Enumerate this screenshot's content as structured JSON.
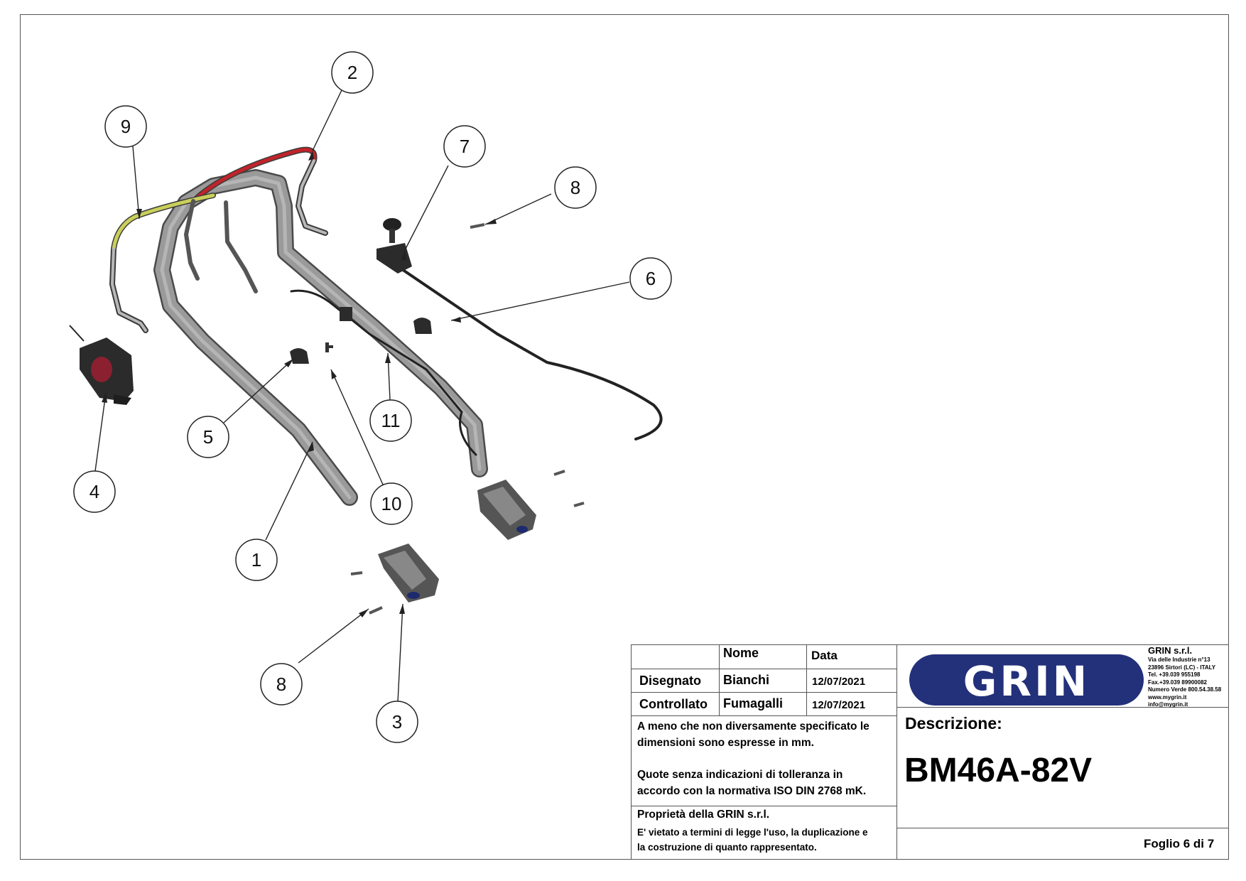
{
  "diagram": {
    "callouts": [
      {
        "id": "callout-1",
        "label": "1"
      },
      {
        "id": "callout-2",
        "label": "2"
      },
      {
        "id": "callout-3",
        "label": "3"
      },
      {
        "id": "callout-4",
        "label": "4"
      },
      {
        "id": "callout-5",
        "label": "5"
      },
      {
        "id": "callout-6",
        "label": "6"
      },
      {
        "id": "callout-7",
        "label": "7"
      },
      {
        "id": "callout-8a",
        "label": "8"
      },
      {
        "id": "callout-8b",
        "label": "8"
      },
      {
        "id": "callout-9",
        "label": "9"
      },
      {
        "id": "callout-10",
        "label": "10"
      },
      {
        "id": "callout-11",
        "label": "11"
      }
    ],
    "colors": {
      "frame": "#8c8c8c",
      "frame_outline": "#4a4a4a",
      "red_bar": "#c0242a",
      "yellow_bar": "#c9cf5a",
      "cable": "#222222",
      "part_dark": "#2b2b2b",
      "part_red": "#8a2030"
    }
  },
  "title_block": {
    "header_nome": "Nome",
    "header_data": "Data",
    "row1_label": "Disegnato",
    "row1_name": "Bianchi",
    "row1_date": "12/07/2021",
    "row2_label": "Controllato",
    "row2_name": "Fumagalli",
    "row2_date": "12/07/2021",
    "note1_line1": "A meno che non diversamente specificato le",
    "note1_line2": "dimensioni sono espresse in mm.",
    "note2_line1": "Quote senza indicazioni di tolleranza in",
    "note2_line2": "accordo con la normativa ISO DIN 2768 mK.",
    "property_title": "Proprietà della GRIN s.r.l.",
    "property_line1": "E' vietato a termini di legge l'uso, la duplicazione e",
    "property_line2": "la costruzione di quanto rappresentato.",
    "logo_text": "GRIN",
    "company": {
      "name": "GRIN s.r.l.",
      "line1": "Via delle Industrie n°13",
      "line2": "23896 Sirtori (LC) - ITALY",
      "line3": "Tel. +39.039 955198",
      "line4": "Fax.+39.039 89900082",
      "line5": "Numero Verde 800.54.38.58",
      "line6": "www.mygrin.it",
      "line7": "info@mygrin.it"
    },
    "descrizione_label": "Descrizione:",
    "model": "BM46A-82V",
    "sheet": "Foglio 6 di 7"
  }
}
